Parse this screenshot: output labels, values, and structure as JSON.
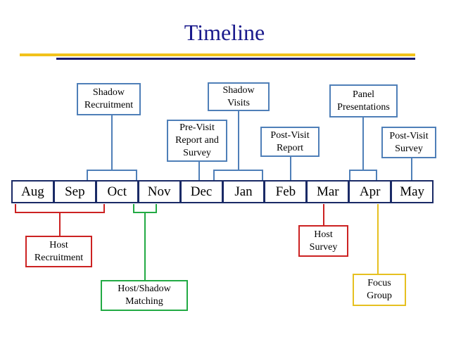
{
  "title": "Timeline",
  "months": [
    "Aug",
    "Sep",
    "Oct",
    "Nov",
    "Dec",
    "Jan",
    "Feb",
    "Mar",
    "Apr",
    "May"
  ],
  "above": {
    "shadow_recruitment": "Shadow\nRecruitment",
    "pre_visit": "Pre-Visit\nReport and\nSurvey",
    "shadow_visits": "Shadow\nVisits",
    "post_visit_report": "Post-Visit\nReport",
    "panel_presentations": "Panel\nPresentations",
    "post_visit_survey": "Post-Visit\nSurvey"
  },
  "below": {
    "host_recruitment": "Host\nRecruitment",
    "host_shadow_matching": "Host/Shadow\nMatching",
    "host_survey": "Host\nSurvey",
    "focus_group": "Focus\nGroup"
  },
  "colors": {
    "title": "#1a1a8c",
    "band_gold": "#f2c21b",
    "band_navy": "#1a1a6e",
    "above_connector": "#4f7fb8",
    "host_connector": "#cc2222",
    "matching_connector": "#22aa44",
    "focus_connector": "#e6c020",
    "timeline_border": "#1a2a66"
  }
}
